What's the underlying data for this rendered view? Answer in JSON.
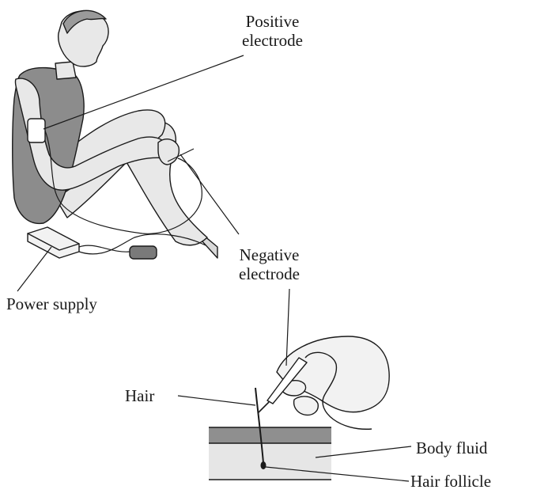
{
  "labels": {
    "positive_electrode": [
      "Positive",
      "electrode"
    ],
    "negative_electrode": [
      "Negative",
      "electrode"
    ],
    "power_supply": "Power supply",
    "hair": "Hair",
    "body_fluid": "Body fluid",
    "hair_follicle": "Hair follicle"
  },
  "colors": {
    "line": "#1a1a1a",
    "body_fill": "#e8e8e8",
    "vest_fill": "#8c8c8c",
    "skin_band": "#8f8f8f",
    "fluid": "#e6e6e6",
    "hand_fill": "#f2f2f2"
  }
}
